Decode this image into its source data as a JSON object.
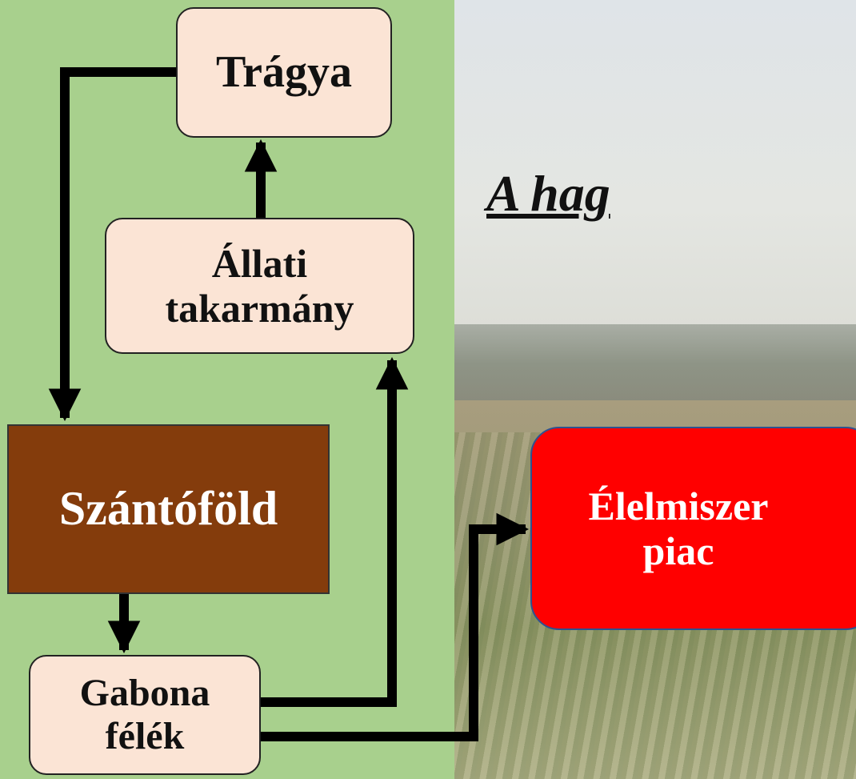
{
  "title": "A hag",
  "nodes": {
    "tragya": {
      "lines": [
        "Trágya"
      ]
    },
    "allati": {
      "lines": [
        "Állati",
        "takarmány"
      ]
    },
    "szanto": {
      "lines": [
        "Szántóföld"
      ]
    },
    "gabona": {
      "lines": [
        "Gabona",
        "félék"
      ]
    },
    "elelm": {
      "lines": [
        "Élelmiszer",
        "piac"
      ]
    }
  },
  "colors": {
    "left_panel": "#a8d08d",
    "light_box": "#fbe4d5",
    "field_box": "#843c0c",
    "market_box": "#ff0000",
    "arrow": "#000000"
  }
}
